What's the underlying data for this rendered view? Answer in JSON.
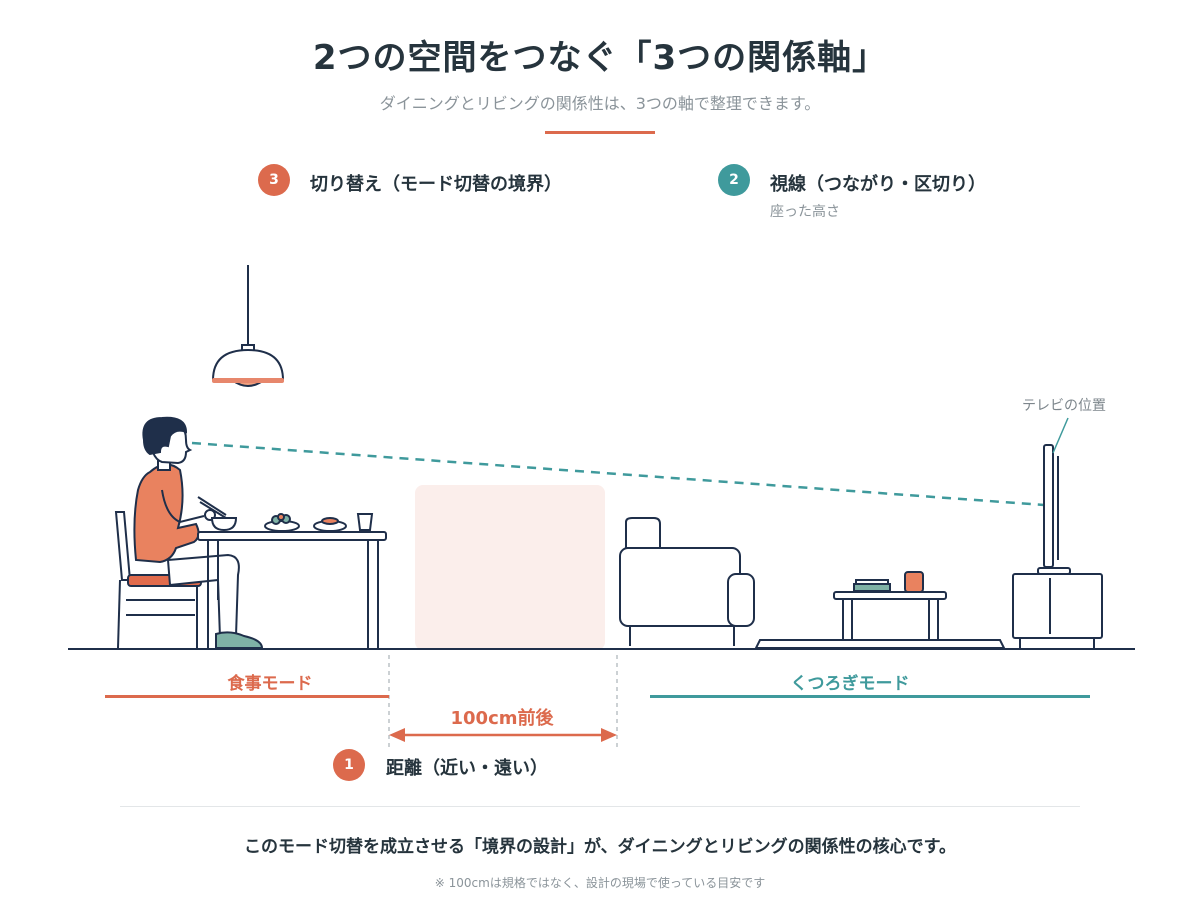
{
  "header": {
    "title": "2つの空間をつなぐ「3つの関係軸」",
    "subtitle": "ダイニングとリビングの関係性は、3つの軸で整理できます。"
  },
  "axes": [
    {
      "number": "3",
      "label": "切り替え（モード切替の境界）",
      "color": "#dc6a4d"
    },
    {
      "number": "2",
      "label": "視線（つながり・区切り）",
      "sub": "座った高さ",
      "color": "#3f9a9c"
    },
    {
      "number": "1",
      "label": "距離（近い・遠い）",
      "color": "#dc6a4d"
    }
  ],
  "scene": {
    "tv_label": "テレビの位置",
    "dining_mode": "食事モード",
    "living_mode": "くつろぎモード",
    "distance": "100cm前後"
  },
  "footer": {
    "conclusion": "このモード切替を成立させる「境界の設計」が、ダイニングとリビングの関係性の核心です。",
    "note": "※ 100cmは規格ではなく、設計の現場で使っている目安です"
  },
  "colors": {
    "accent_orange": "#dc6a4d",
    "accent_teal": "#3f9a9c",
    "line_navy": "#1f2f4a",
    "boundary_fill": "#fbeeeb"
  }
}
